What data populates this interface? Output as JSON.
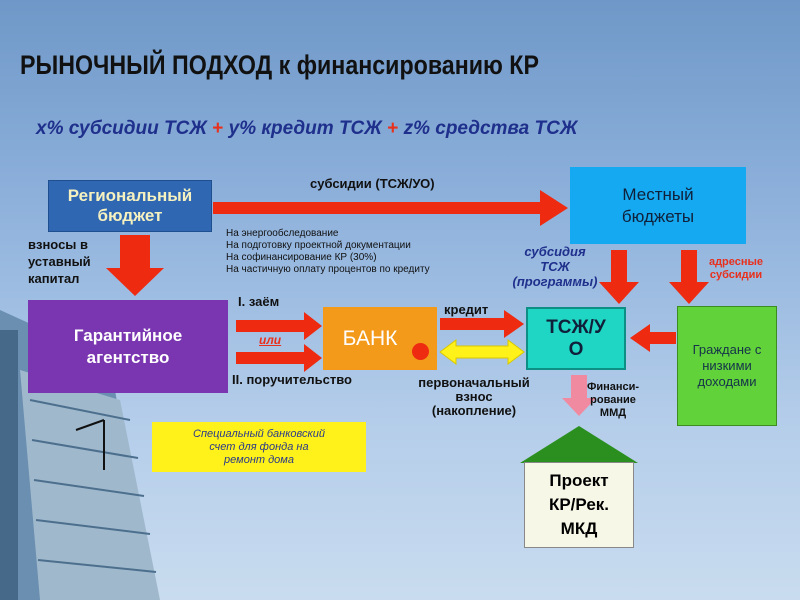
{
  "title": "РЫНОЧНЫЙ ПОДХОД к финансированию КР",
  "formula": {
    "part1": "x% субсидии ТСЖ",
    "plus1": "+",
    "part2": " y% кредит ТСЖ",
    "plus2": "+",
    "part3": " z% средства ТСЖ"
  },
  "nodes": {
    "regional_budget": [
      "Региональный",
      "бюджет"
    ],
    "local_budget": [
      "Местный",
      "бюджеты"
    ],
    "guarantee_agency": [
      "Гарантийное",
      "агентство"
    ],
    "bank": "БАНК",
    "hoa": [
      "ТСЖ/У",
      "О"
    ],
    "citizens": [
      "Граждане с",
      "низкими",
      "доходами"
    ],
    "special_account": [
      "Специальный банковский",
      "счет для фонда на",
      "ремонт дома"
    ],
    "project": [
      "Проект",
      "КР/Рек.",
      "МКД"
    ]
  },
  "labels": {
    "subsidies_top": "субсидии  (ТСЖ/УО)",
    "contributions": [
      "взносы в",
      "уставный",
      "капитал"
    ],
    "notes": [
      "На энергообследование",
      "На подготовку проектной документации",
      "На софинансирование КР (30%)",
      "На частичную оплату процентов по кредиту"
    ],
    "subsidy_programs": [
      "субсидия",
      "ТСЖ",
      "(программы)"
    ],
    "targeted_subsidies": [
      "адресные",
      "субсидии"
    ],
    "loan_option": "I. заём",
    "or": "или",
    "guarantee_option": "II. поручительство",
    "credit": "кредит",
    "initial_payment": [
      "первоначальный",
      "взнос",
      "(накопление)"
    ],
    "financing": [
      "Финанси-",
      "рование",
      "ММД"
    ]
  }
}
